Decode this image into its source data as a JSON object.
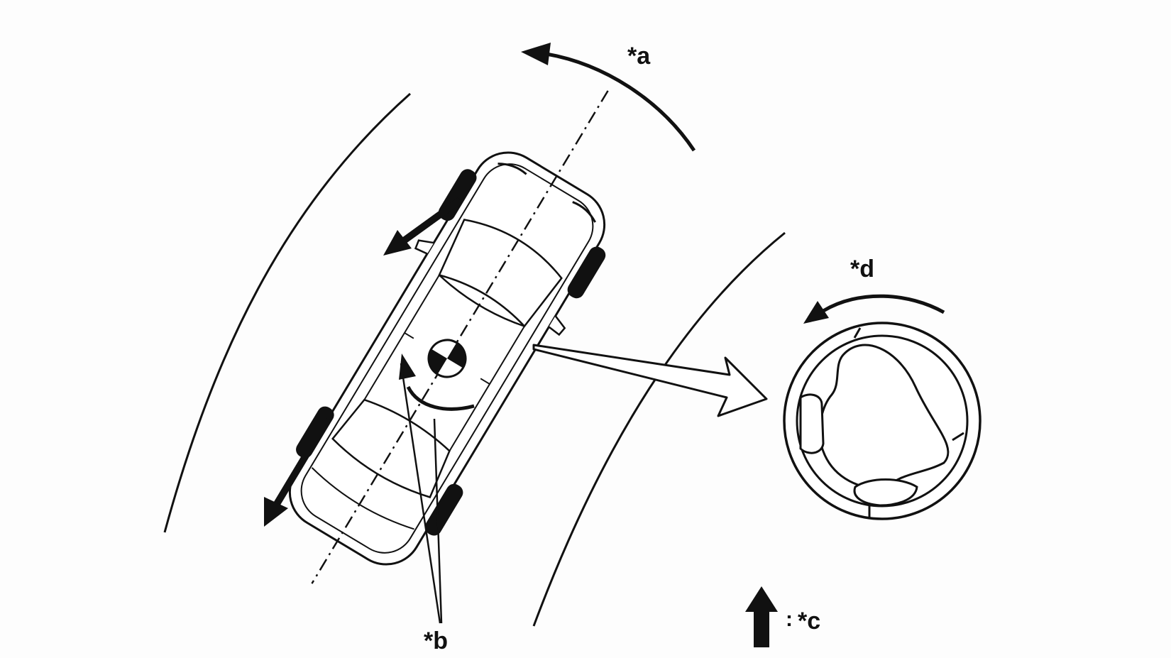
{
  "labels": {
    "a": "*a",
    "b": "*b",
    "c": "*c",
    "d": "*d"
  },
  "legend": {
    "separator": ":",
    "arrow_icon": "force-arrow-icon"
  },
  "colors": {
    "ink": "#111111",
    "background": "#fdfdfd"
  }
}
